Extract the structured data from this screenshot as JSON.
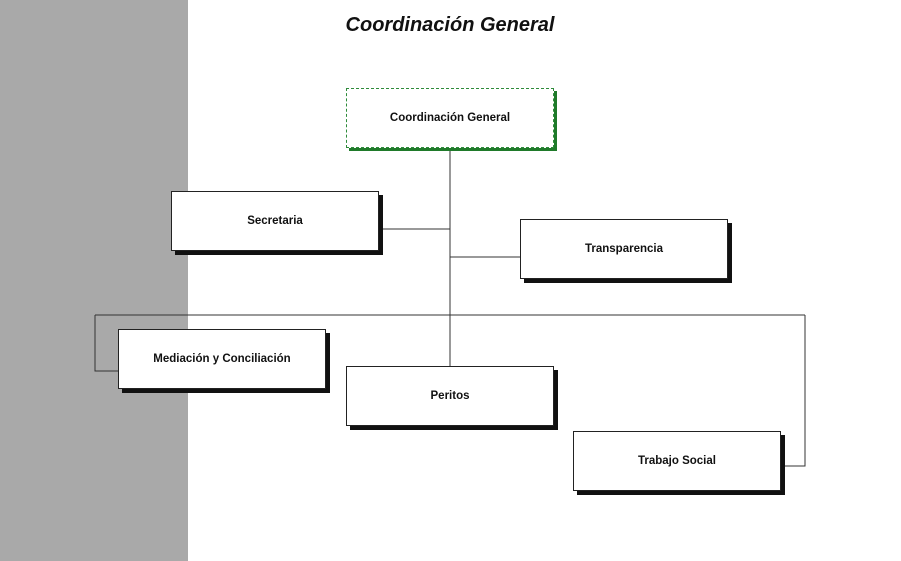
{
  "diagram": {
    "title": "Coordinación General",
    "nodes": {
      "root": "Coordinación General",
      "secretaria": "Secretaria",
      "transparencia": "Transparencia",
      "mediacion": "Mediación y Conciliación",
      "peritos": "Peritos",
      "trabajo_social": "Trabajo Social"
    },
    "edges": [
      [
        "root",
        "secretaria"
      ],
      [
        "root",
        "transparencia"
      ],
      [
        "root",
        "mediacion"
      ],
      [
        "root",
        "peritos"
      ],
      [
        "root",
        "trabajo_social"
      ]
    ],
    "colors": {
      "sidebar": "#a9a9a9",
      "root_border": "#2e8b3a",
      "shadow": "#111111"
    }
  }
}
